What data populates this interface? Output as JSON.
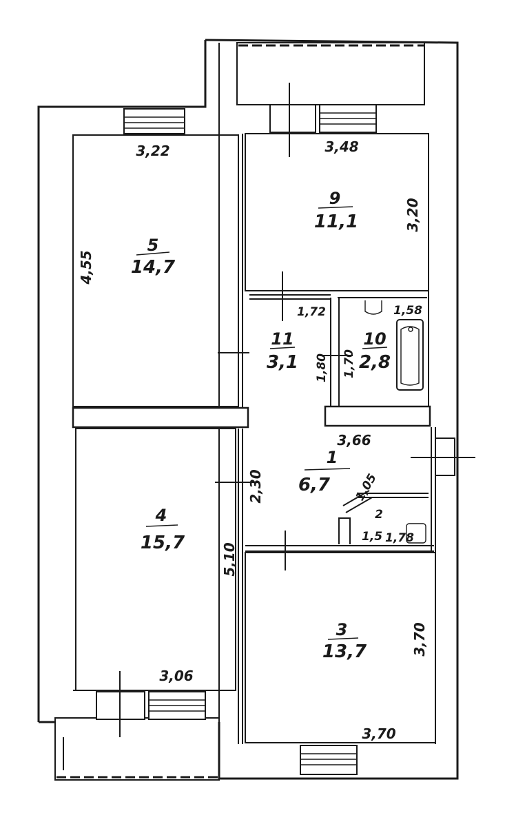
{
  "rooms": [
    {
      "id": "r5",
      "number": "5",
      "area": "14,7"
    },
    {
      "id": "r9",
      "number": "9",
      "area": "11,1"
    },
    {
      "id": "r11",
      "number": "11",
      "area": "3,1"
    },
    {
      "id": "r10",
      "number": "10",
      "area": "2,8"
    },
    {
      "id": "r1",
      "number": "1",
      "area": "6,7"
    },
    {
      "id": "r2",
      "number": "2",
      "area": "1,5"
    },
    {
      "id": "r4",
      "number": "4",
      "area": "15,7"
    },
    {
      "id": "r3",
      "number": "3",
      "area": "13,7"
    }
  ],
  "dimensions": {
    "r5_width": "3,22",
    "r5_height": "4,55",
    "r9_width": "3,48",
    "r9_height": "3,20",
    "r11_width": "1,72",
    "r11_height": "1,80",
    "r10_width": "1,58",
    "r10_height": "1,70",
    "hall_width": "3,66",
    "hall_height": "2,30",
    "r2_diag": "1,05",
    "r2_width": "1,78",
    "r4_width": "3,06",
    "r4_height": "5,10",
    "r3_width": "3,70",
    "r3_height": "3,70"
  }
}
